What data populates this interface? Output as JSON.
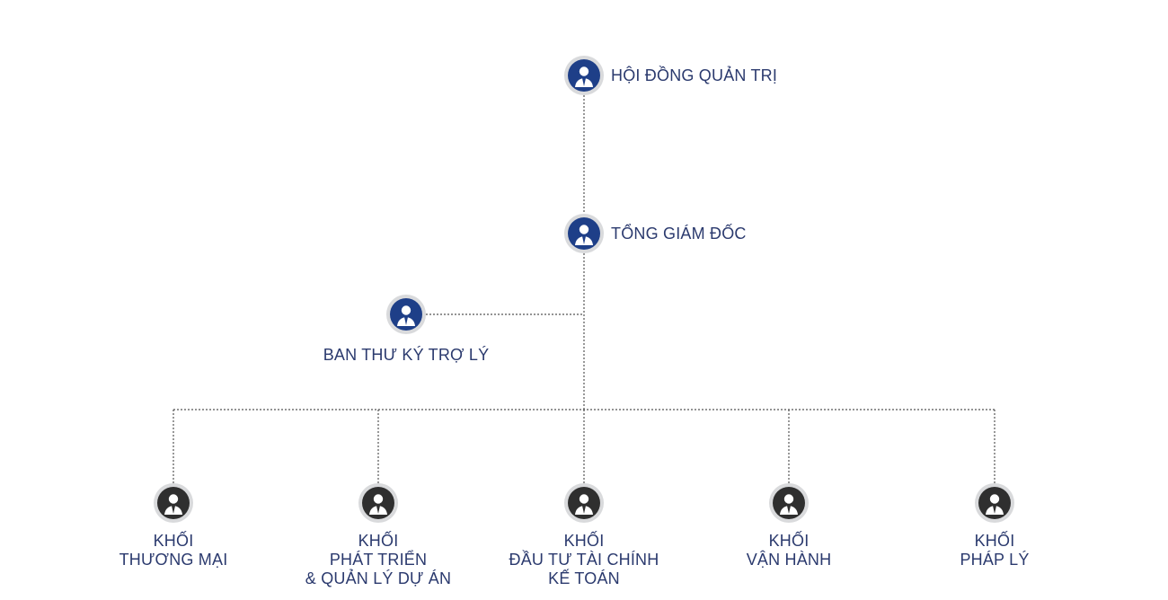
{
  "colors": {
    "accent": "#1e3f88",
    "leader_icon": "#1e3f88",
    "division_icon": "#2f2f2f",
    "text": "#2b3a6e",
    "connector": "#555555"
  },
  "icon_name": "person-icon",
  "board": {
    "label": "HỘI ĐỒNG QUẢN TRỊ"
  },
  "ceo": {
    "label": "TỔNG GIÁM ĐỐC"
  },
  "assistant": {
    "label": "BAN THƯ KÝ TRỢ LÝ"
  },
  "divisions": [
    {
      "lines": [
        "KHỐI",
        "THƯƠNG MẠI"
      ]
    },
    {
      "lines": [
        "KHỐI",
        "PHÁT TRIỂN",
        "& QUẢN LÝ DỰ ÁN"
      ]
    },
    {
      "lines": [
        "KHỐI",
        "ĐẦU TƯ TÀI CHÍNH",
        "KẾ TOÁN"
      ]
    },
    {
      "lines": [
        "KHỐI",
        "VẬN HÀNH"
      ]
    },
    {
      "lines": [
        "KHỐI",
        "PHÁP LÝ"
      ]
    }
  ]
}
